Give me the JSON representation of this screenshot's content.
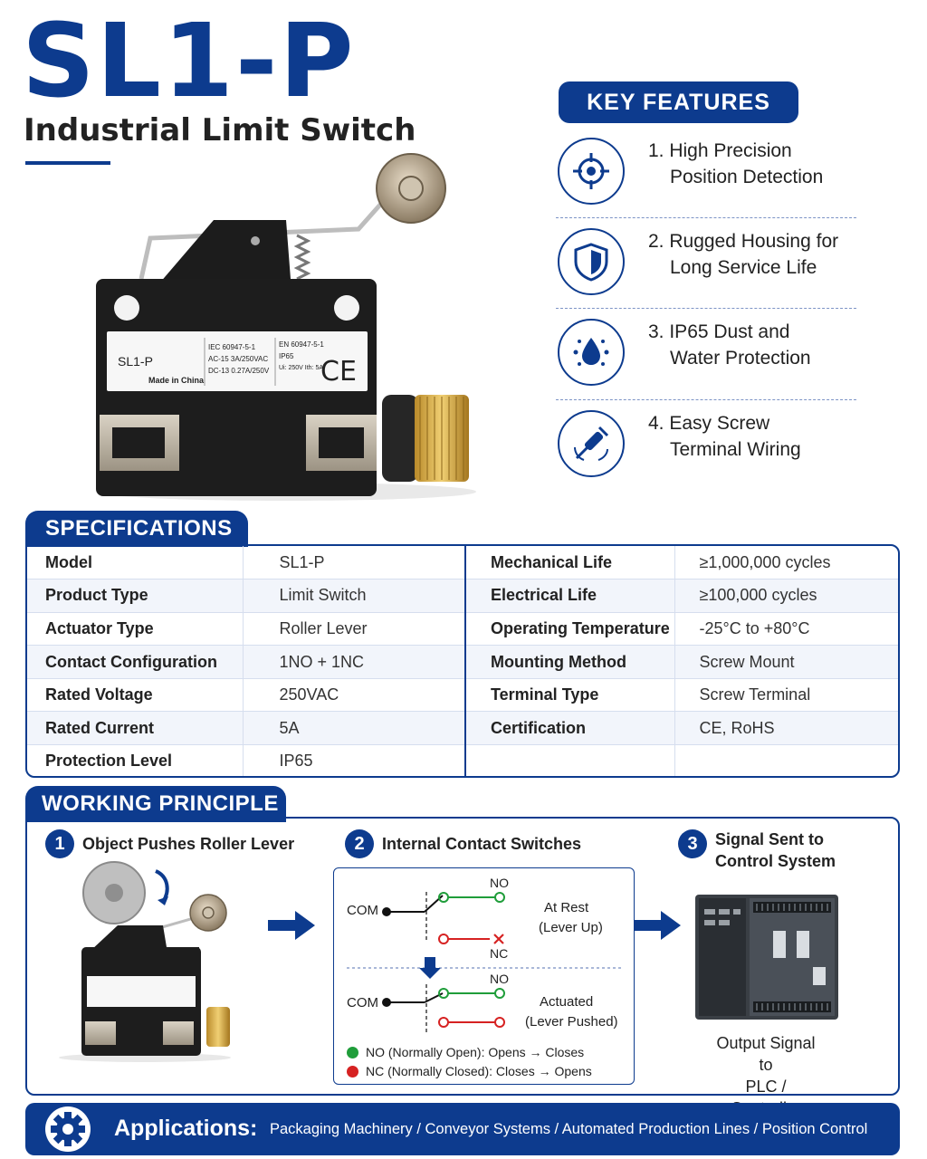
{
  "header": {
    "title": "SL1-P",
    "subtitle": "Industrial Limit Switch"
  },
  "product_label": {
    "model": "SL1-P",
    "made_in": "Made in China",
    "spec_line1": "IEC 60947-5-1",
    "spec_line2": "AC-15 3A/250VAC",
    "spec_line3": "DC-13 0.27A/250V",
    "std_line1": "EN 60947-5-1",
    "std_line2": "IP65",
    "std_line3": "Ui: 250V   Ith: 5A",
    "ce_mark": "CE"
  },
  "key_features": {
    "header": "KEY FEATURES",
    "items": [
      {
        "line1": "1. High Precision",
        "line2": "Position Detection",
        "icon": "crosshair-target-icon"
      },
      {
        "line1": "2. Rugged Housing for",
        "line2": "Long Service Life",
        "icon": "shield-icon"
      },
      {
        "line1": "3. IP65 Dust and",
        "line2": "Water Protection",
        "icon": "water-drop-icon"
      },
      {
        "line1": "4. Easy Screw",
        "line2": "Terminal Wiring",
        "icon": "screwdriver-icon"
      }
    ]
  },
  "specifications": {
    "header": "SPECIFICATIONS",
    "left": [
      {
        "key": "Model",
        "value": "SL1-P"
      },
      {
        "key": "Product Type",
        "value": "Limit Switch"
      },
      {
        "key": "Actuator Type",
        "value": "Roller Lever"
      },
      {
        "key": "Contact Configuration",
        "value": "1NO + 1NC"
      },
      {
        "key": "Rated Voltage",
        "value": "250VAC"
      },
      {
        "key": "Rated Current",
        "value": "5A"
      },
      {
        "key": "Protection Level",
        "value": "IP65"
      }
    ],
    "right": [
      {
        "key": "Mechanical Life",
        "value": "≥1,000,000 cycles"
      },
      {
        "key": "Electrical Life",
        "value": "≥100,000 cycles"
      },
      {
        "key": "Operating Temperature",
        "value": "-25°C to +80°C"
      },
      {
        "key": "Mounting Method",
        "value": "Screw Mount"
      },
      {
        "key": "Terminal Type",
        "value": "Screw Terminal"
      },
      {
        "key": "Certification",
        "value": "CE, RoHS"
      },
      {
        "key": "",
        "value": ""
      }
    ]
  },
  "working_principle": {
    "header": "WORKING PRINCIPLE",
    "steps": [
      {
        "num": "1",
        "label": "Object Pushes Roller Lever"
      },
      {
        "num": "2",
        "label": "Internal Contact Switches"
      },
      {
        "num": "3",
        "label_line1": "Signal Sent to",
        "label_line2": "Control System"
      }
    ],
    "diagram": {
      "com": "COM",
      "no": "NO",
      "nc": "NC",
      "rest_line1": "At Rest",
      "rest_line2": "(Lever Up)",
      "act_line1": "Actuated",
      "act_line2": "(Lever Pushed)",
      "legend_no": "NO (Normally Open): Opens → Closes",
      "legend_nc": "NC (Normally Closed): Closes → Opens",
      "color_no": "#1f9d3a",
      "color_nc": "#d62222"
    },
    "output_line1": "Output Signal to",
    "output_line2": "PLC / Controller"
  },
  "applications": {
    "title": "Applications:",
    "list": "Packaging Machinery / Conveyor Systems / Automated Production Lines / Position Control",
    "icon": "gear-icon"
  },
  "colors": {
    "brand_blue": "#0d3b8e"
  }
}
